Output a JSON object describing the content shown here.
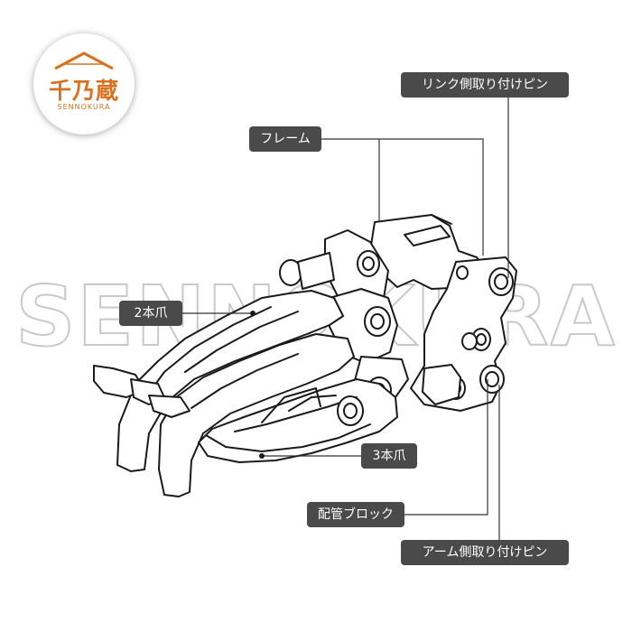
{
  "logo": {
    "main_text": "千乃蔵",
    "sub_text": "SENNOKURA",
    "color": "#d9711e"
  },
  "watermark": "SENNOKURA",
  "callouts": {
    "link_pin": "リンク側取り付けピン",
    "frame": "フレーム",
    "two_claw": "2本爪",
    "three_claw": "3本爪",
    "piping_block": "配管ブロック",
    "arm_pin": "アーム側取り付けピン"
  },
  "colors": {
    "label_bg": "#4a4a4a",
    "label_text": "#ffffff",
    "leader_line": "#333333"
  }
}
